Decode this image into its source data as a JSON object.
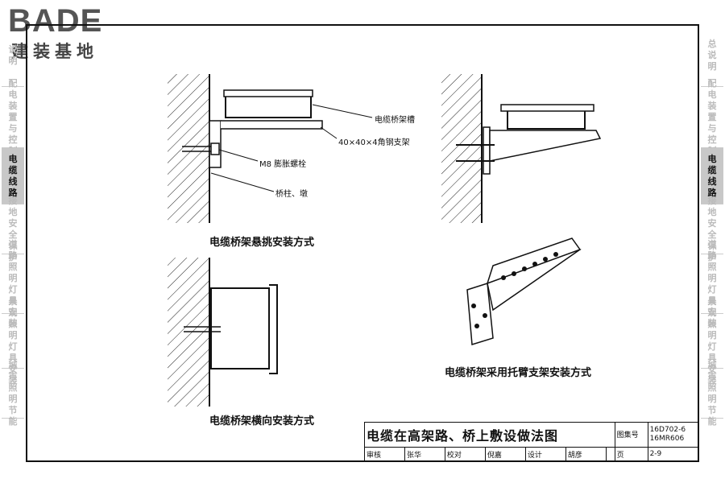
{
  "logo": {
    "brand": "BADE",
    "sub": "建装基地"
  },
  "side_tabs_left": [
    {
      "label": "说明",
      "active": false
    },
    {
      "label": "配电装置与控制",
      "active": false
    },
    {
      "label": "电缆线路",
      "active": true
    },
    {
      "label": "接地安全保护",
      "active": false
    },
    {
      "label": "道路照明灯具安装",
      "active": false
    },
    {
      "label": "景观照明灯具安装",
      "active": false
    },
    {
      "label": "城市照明节能",
      "active": false
    }
  ],
  "side_tabs_right": [
    {
      "label": "总说明",
      "active": false
    },
    {
      "label": "配电装置与控制",
      "active": false
    },
    {
      "label": "电缆线路",
      "active": true
    },
    {
      "label": "接地安全保护",
      "active": false
    },
    {
      "label": "道路照明灯具安装",
      "active": false
    },
    {
      "label": "景观照明灯具安装",
      "active": false
    },
    {
      "label": "城市照明节能",
      "active": false
    }
  ],
  "labels": {
    "tray": "电缆桥架槽",
    "angle": "40×40×4角钢支架",
    "bolt": "M8 膨胀螺栓",
    "pier": "桥柱、墩"
  },
  "captions": {
    "cantilever": "电缆桥架悬挑安装方式",
    "transverse": "电缆桥架横向安装方式",
    "bracket": "电缆桥架采用托臂支架安装方式"
  },
  "title_block": {
    "title": "电缆在高架路、桥上敷设做法图",
    "atlas_label": "图集号",
    "atlas_no_1": "16D702-6",
    "atlas_no_2": "16MR606",
    "review_label": "审核",
    "review_name": "张华",
    "check_label": "校对",
    "check_name": "倪嘉",
    "design_label": "设计",
    "design_name": "胡彦",
    "page_label": "页",
    "page_no": "2-9"
  }
}
